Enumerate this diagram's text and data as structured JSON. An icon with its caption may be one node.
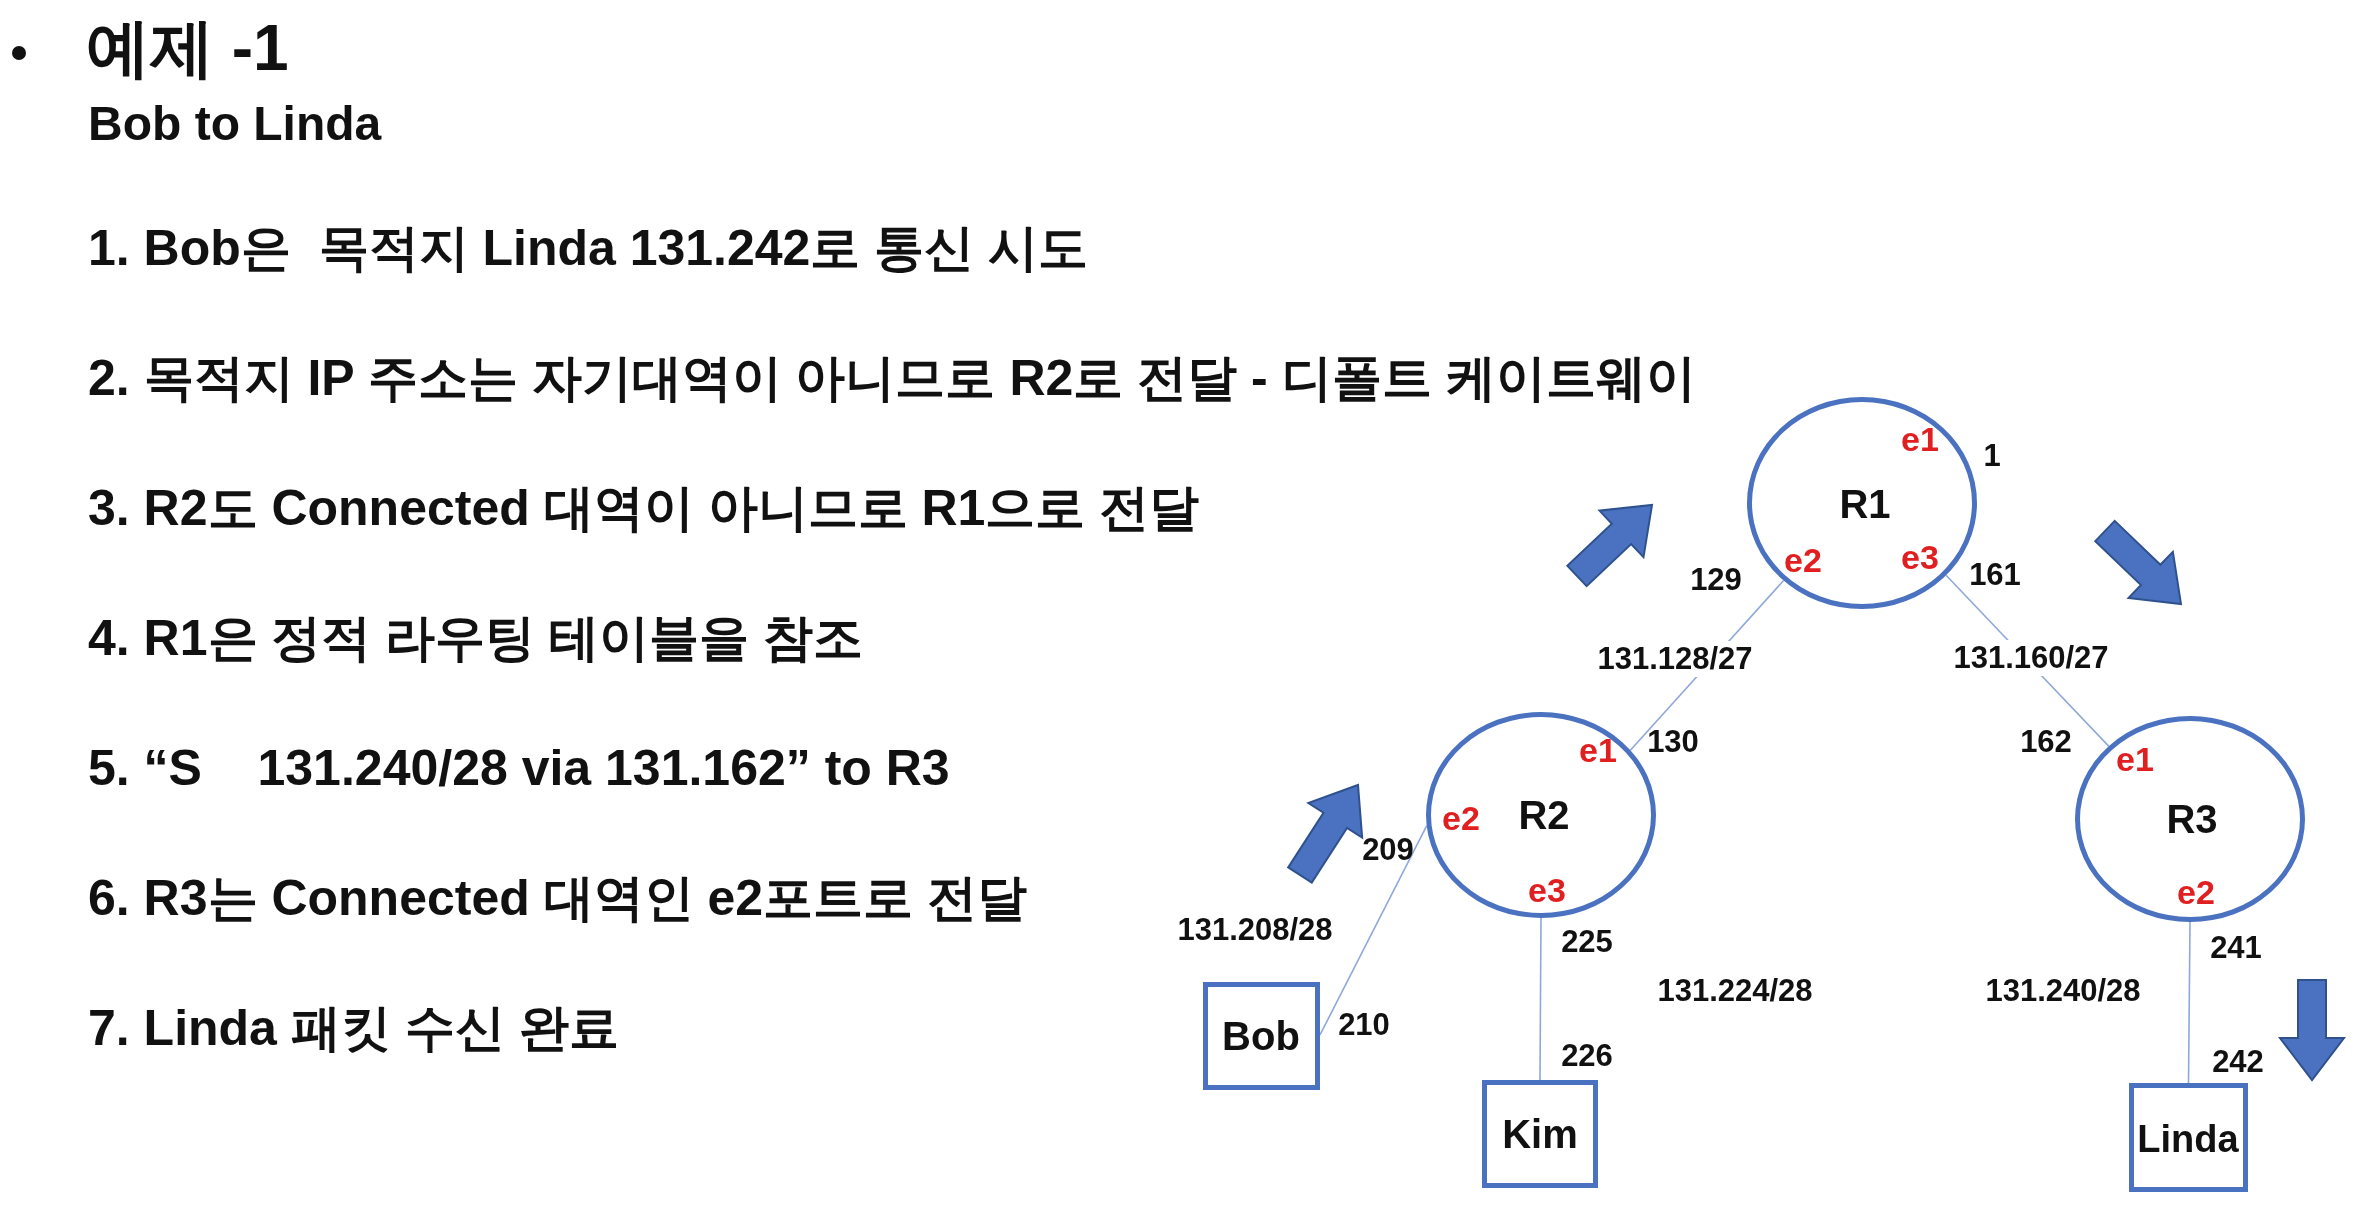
{
  "diagram": {
    "title": "예제 -1",
    "nodes": [
      {
        "text": [
          "R1",
          "e1",
          "e2",
          "e3"
        ],
        "beside": [
          "1",
          "129",
          "161"
        ]
      },
      {
        "text": [
          "R2",
          "e1",
          "e2",
          "e3"
        ],
        "beside": [
          "130",
          "209",
          "225"
        ]
      },
      {
        "text": [
          "R3",
          "e1",
          "e2"
        ],
        "beside": [
          "162",
          "241"
        ]
      },
      {
        "text": [
          "Bob"
        ],
        "beside": [
          "210"
        ]
      },
      {
        "text": [
          "Kim"
        ],
        "beside": [
          "226"
        ]
      },
      {
        "text": [
          "Linda"
        ],
        "beside": [
          "242"
        ]
      }
    ],
    "edges": [
      {
        "from": 0,
        "to": 1,
        "arrow": "none",
        "label": "131.128/27"
      },
      {
        "from": 0,
        "to": 2,
        "arrow": "none",
        "label": "131.160/27"
      },
      {
        "from": 1,
        "to": 3,
        "arrow": "none",
        "label": "131.208/28"
      },
      {
        "from": 1,
        "to": 4,
        "arrow": "none",
        "label": "131.224/28"
      },
      {
        "from": 2,
        "to": 5,
        "arrow": "none",
        "label": "131.240/28"
      }
    ],
    "labels": [
      "Bob to Linda",
      "1. Bob은  목적지 Linda 131.242로 통신 시도",
      "2. 목적지 IP 주소는 자기대역이 아니므로 R2로 전달 - 디폴트 케이트웨이",
      "3. R2도 Connected 대역이 아니므로 R1으로 전달",
      "4. R1은 정적 라우팅 테이블을 참조",
      "5. “S    131.240/28 via 131.162” to R3",
      "6. R3는 Connected 대역인 e2포트로 전달",
      "7. Linda 패킷 수신 완료"
    ]
  }
}
